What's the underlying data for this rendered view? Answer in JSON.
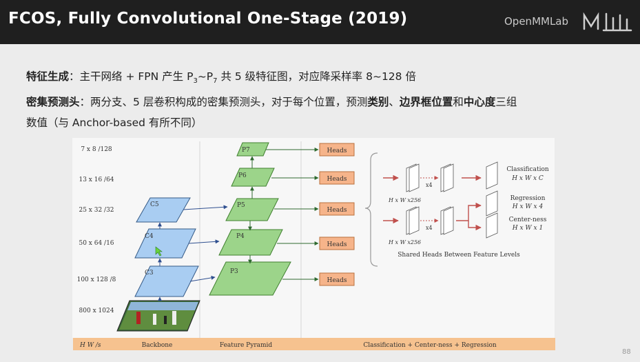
{
  "slide": {
    "title": "FCOS, Fully Convolutional One-Stage (2019)",
    "watermark": "OpenMMLab",
    "page_number": "88"
  },
  "body": {
    "line1": {
      "label": "特征生成",
      "sep": "：",
      "text_a": "主干网络 + FPN 产生 P",
      "sub_a": "3",
      "text_b": "~P",
      "sub_b": "7",
      "text_c": " 共 5 级特征图，对应降采样率 8~128 倍"
    },
    "line2": {
      "label": "密集预测头",
      "sep": "：",
      "text_a": "两分支、5 层卷积构成的密集预测头，对于每个位置，预测",
      "bold_1": "类别",
      "comma": "、",
      "bold_2": "边界框位置",
      "and": "和",
      "bold_3": "中心度",
      "text_end": "三组"
    },
    "line3": {
      "text": "数值（与 Anchor-based 有所不同）"
    }
  },
  "diagram": {
    "scale_labels": [
      "7 x 8 /128",
      "13 x 16 /64",
      "25 x 32 /32",
      "50 x 64 /16",
      "100 x 128 /8",
      "800 x 1024"
    ],
    "backbone_levels": [
      "C5",
      "C4",
      "C3"
    ],
    "pyramid_levels": [
      "P7",
      "P6",
      "P5",
      "P4",
      "P3"
    ],
    "heads_label": "Heads",
    "head_detail": {
      "size_label": "H x W x256",
      "repeat_label": "x4",
      "classification": "Classification",
      "classification_dim": "H x W x C",
      "regression": "Regression",
      "regression_dim": "H x W x 4",
      "centerness": "Center-ness",
      "centerness_dim": "H x W x 1",
      "caption": "Shared Heads Between Feature Levels"
    },
    "footer": {
      "hw": "H   W /s",
      "backbone": "Backbone",
      "pyramid": "Feature Pyramid",
      "heads": "Classification + Center-ness + Regression"
    }
  },
  "colors": {
    "backbone_fill": "#a9cdf2",
    "pyramid_fill": "#9cd48a",
    "heads_fill": "#f6b48a",
    "arrow": "#c0504d",
    "footer_bar": "#f6c28f"
  }
}
